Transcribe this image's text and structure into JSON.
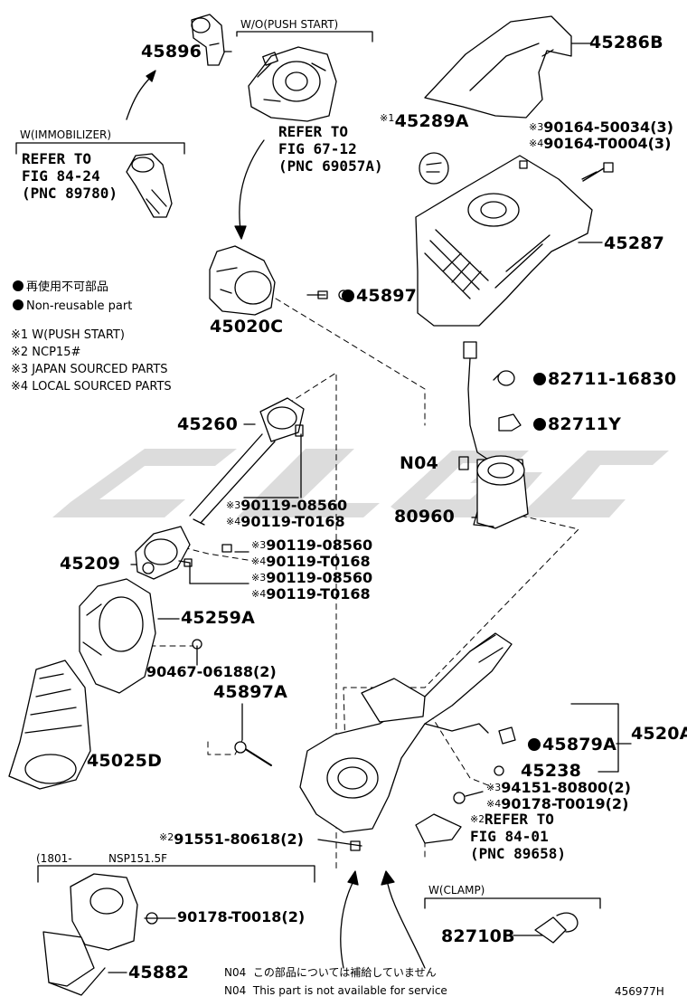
{
  "diagram": {
    "id": "456977H",
    "parts": {
      "p45896": "45896",
      "p45286B": "45286B",
      "p45289A": "45289A",
      "p45287": "45287",
      "p45897": "45897",
      "p45020C": "45020C",
      "p45260": "45260",
      "p82711_16830": "82711-16830",
      "p82711Y": "82711Y",
      "pN04": "N04",
      "p80960": "80960",
      "p45209": "45209",
      "p45259A": "45259A",
      "p90467": "90467-06188(2)",
      "p45897A": "45897A",
      "p45025D": "45025D",
      "p4520A": "4520A",
      "p45879A": "45879A",
      "p45238": "45238",
      "p91551": "91551-80618(2)",
      "p90178_T0018": "90178-T0018(2)",
      "p45882": "45882",
      "p82710B": "82710B"
    },
    "bolts": {
      "b90164_50034": "90164-50034(3)",
      "b90164_T0004": "90164-T0004(3)",
      "b1_jp": "90119-08560",
      "b1_lc": "90119-T0168",
      "b2_jp": "90119-08560",
      "b2_lc": "90119-T0168",
      "b3_jp": "90119-08560",
      "b3_lc": "90119-T0168",
      "b94151": "94151-80800(2)",
      "b90178_T0019": "90178-T0019(2)"
    },
    "marks": {
      "m1": "※1",
      "m2": "※2",
      "m3": "※3",
      "m4": "※4"
    },
    "groups": {
      "wo_push_start": "W/O(PUSH START)",
      "w_immobilizer": "W(IMMOBILIZER)",
      "w_clamp": "W(CLAMP)",
      "date_range": "(1801-",
      "nsp": "NSP151.5F"
    },
    "refs": {
      "ref_67": "REFER TO\nFIG 67-12\n(PNC 69057A)",
      "ref_84_24": "REFER TO\nFIG 84-24\n(PNC 89780)",
      "ref_84_01_first": "REFER TO",
      "ref_84_01_rest": "FIG 84-01\n(PNC 89658)"
    },
    "legend": {
      "nonreusable_jp": "再使用不可部品",
      "nonreusable_en": "Non-reusable part",
      "note1": "※1 W(PUSH START)",
      "note2": "※2 NCP15#",
      "note3": "※3 JAPAN SOURCED PARTS",
      "note4": "※4 LOCAL SOURCED PARTS"
    },
    "footer": {
      "n04_jp_code": "N04",
      "n04_jp": "この部品については補給していません",
      "n04_en_code": "N04",
      "n04_en": "This part is not available for service"
    }
  }
}
